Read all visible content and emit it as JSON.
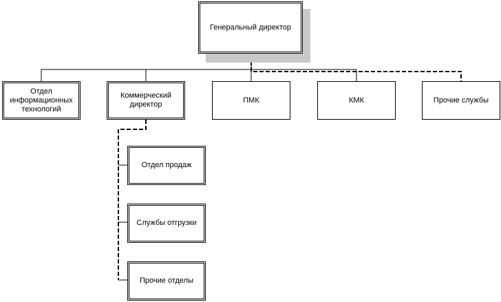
{
  "root": {
    "label": "Генеральный директор"
  },
  "departments": [
    {
      "id": "it",
      "label": "Отдел информационных технологий"
    },
    {
      "id": "commercial",
      "label": "Коммерческий директор"
    },
    {
      "id": "pmk",
      "label": "ПМК"
    },
    {
      "id": "kmk",
      "label": "КМК"
    },
    {
      "id": "other",
      "label": "Прочие службы"
    }
  ],
  "commercial_units": [
    {
      "id": "sales",
      "label": "Отдел продаж"
    },
    {
      "id": "shipping",
      "label": "Службы отгрузки"
    },
    {
      "id": "other-depts",
      "label": "Прочие отделы"
    }
  ],
  "colors": {
    "line": "#000000",
    "shadow": "#c8c8c8",
    "box_border": "#000000"
  }
}
